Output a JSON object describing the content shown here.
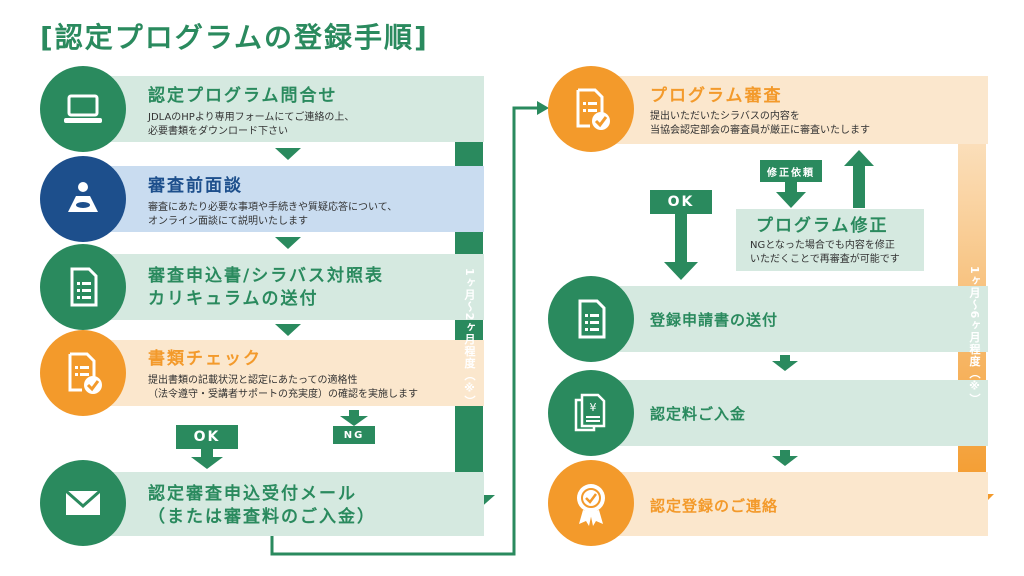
{
  "title": "[認定プログラムの登録手順]",
  "left_flow": {
    "steps": [
      {
        "title": "認定プログラム問合せ",
        "desc": [
          "JDLAのHPより専用フォームにてご連絡の上、",
          "必要書類をダウンロード下さい"
        ],
        "icon": "laptop-icon"
      },
      {
        "title": "審査前面談",
        "desc": [
          "審査にあたり必要な事項や手続きや質疑応答について、",
          "オンライン面談にて説明いたします"
        ],
        "icon": "meeting-icon"
      },
      {
        "title_lines": [
          "審査申込書/シラバス対照表",
          "カリキュラムの送付"
        ],
        "icon": "document-icon"
      },
      {
        "title": "書類チェック",
        "desc": [
          "提出書類の記載状況と認定にあたっての適格性",
          "（法令遵守・受講者サポートの充実度）の確認を実施します"
        ],
        "icon": "document-check-icon"
      },
      {
        "title_lines": [
          "認定審査申込受付メール",
          "（または審査料のご入金）"
        ],
        "icon": "envelope-icon"
      }
    ],
    "ok_label": "OK",
    "ng_label": "NG",
    "duration": "1ヶ月〜2ヶ月程度（※）"
  },
  "right_flow": {
    "review": {
      "title": "プログラム審査",
      "desc": [
        "提出いただいたシラバスの内容を",
        "当協会認定部会の審査員が厳正に審査いたします"
      ],
      "icon": "document-check-icon"
    },
    "ok_label": "OK",
    "revision_request": "修正依頼",
    "revision": {
      "title": "プログラム修正",
      "desc": [
        "NGとなった場合でも内容を修正",
        "いただくことで再審査が可能です"
      ]
    },
    "steps": [
      {
        "title": "登録申請書の送付",
        "icon": "document-icon"
      },
      {
        "title": "認定料ご入金",
        "icon": "invoice-yen-icon"
      },
      {
        "title": "認定登録のご連絡",
        "icon": "certificate-badge-icon"
      }
    ],
    "duration": "1ヶ月〜6ヶ月程度（※）"
  },
  "colors": {
    "green": "#2a8a5e",
    "navy": "#1d4f8c",
    "orange": "#f39a2b",
    "light_green": "#d5e9e0",
    "light_blue": "#c9dcf0",
    "light_orange": "#fbe7cd"
  }
}
